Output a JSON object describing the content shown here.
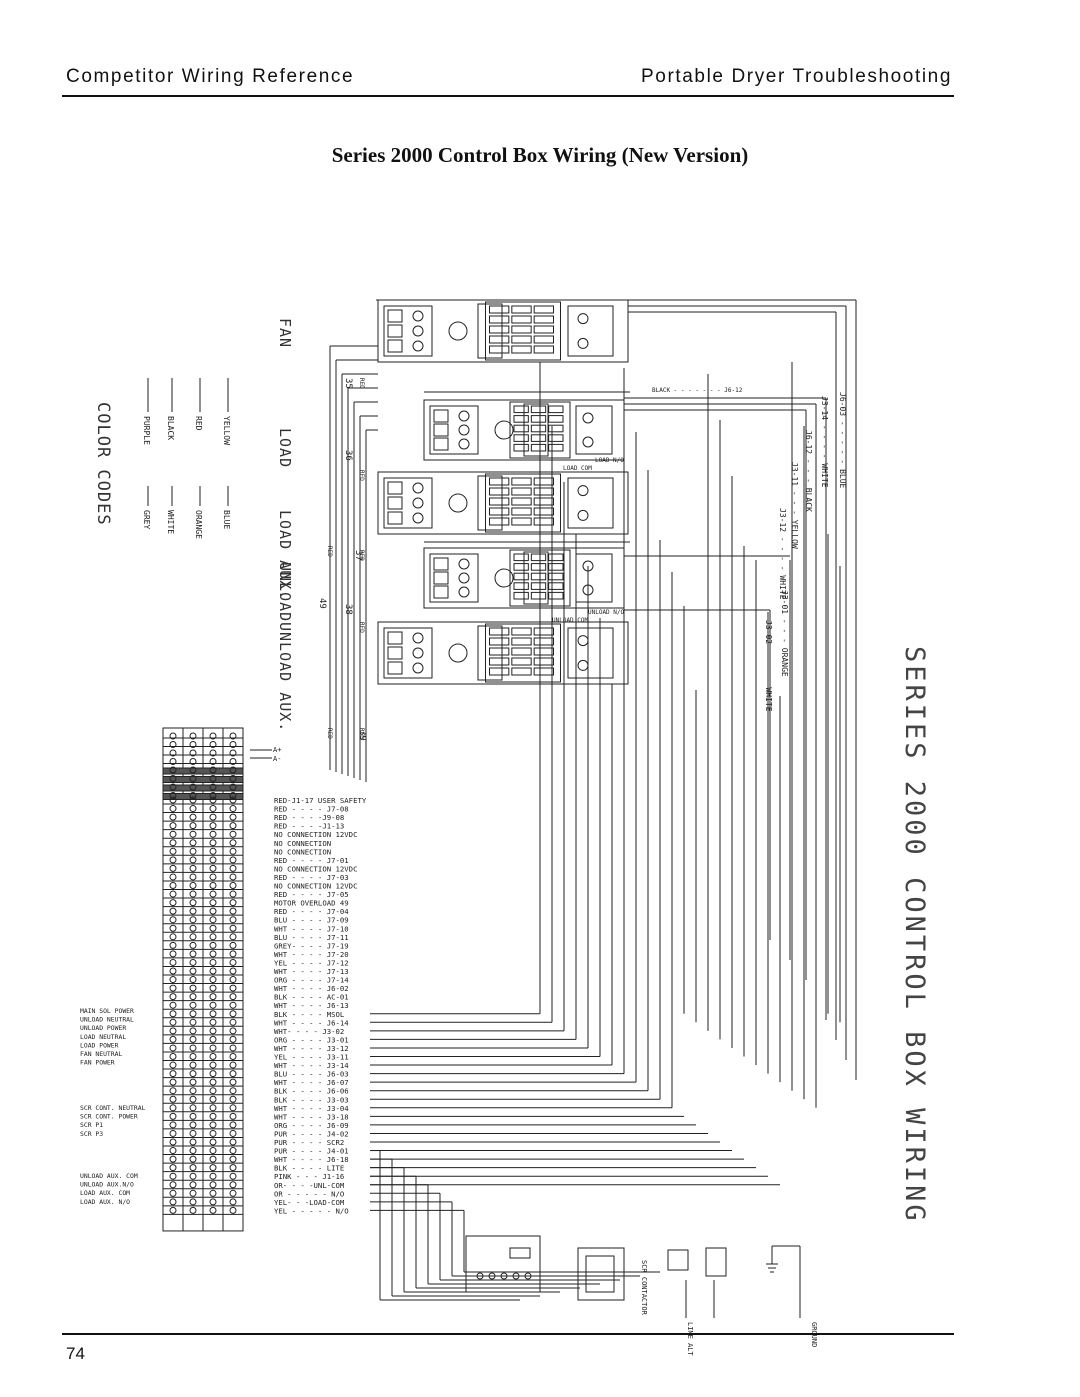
{
  "header": {
    "left": "Competitor Wiring Reference",
    "right": "Portable Dryer Troubleshooting"
  },
  "title": "Series 2000 Control Box Wiring (New Version)",
  "page_number": "74",
  "diagram": {
    "big_label": "SERIES 2000 CONTROL BOX WIRING",
    "sections": [
      "FAN",
      "LOAD",
      "LOAD AUX.",
      "UNLOAD",
      "UNLOAD AUX."
    ],
    "color_codes_title": "COLOR CODES",
    "color_codes": [
      [
        "YELLOW",
        "BLUE"
      ],
      [
        "RED",
        "ORANGE"
      ],
      [
        "BLACK",
        "WHITE"
      ],
      [
        "PURPLE",
        "GREY"
      ]
    ],
    "contactor_numbers": [
      "35",
      "36",
      "37",
      "38",
      "39",
      "49"
    ],
    "contactor_labels": [
      "LOAD COM",
      "LOAD N/O",
      "UNLOAD COM",
      "UNLOAD N/O"
    ],
    "top_wire": "BLACK - - - - - - - J6-12",
    "right_wires_1": [
      "J6-03 - - - - - BLUE",
      "J3-14 - - - - WHITE",
      "J6-12 - - - BLACK",
      "J3-11 - - - YELLOW",
      "J3-12 - - - - WHITE"
    ],
    "right_wires_2": [
      "J3-01 - - - ORANGE",
      "J3-02 - - - - WHITE"
    ],
    "terminal_top": [
      "A+",
      "A-"
    ],
    "terminal_rows": [
      "RED-J1-17  USER SAFETY",
      "RED - - - - J7-08",
      "RED - - - -J9-08",
      "RED - - - -J1-13",
      "NO CONNECTION 12VDC",
      "NO CONNECTION",
      "NO CONNECTION",
      "RED - - - - J7-01",
      "NO CONNECTION 12VDC",
      "RED - - - - J7-03",
      "NO CONNECTION 12VDC",
      "RED - - - - J7-05",
      "MOTOR OVERLOAD 49",
      "RED - - - - J7-04",
      "BLU - - - - J7-09",
      "WHT - - - - J7-10",
      "BLU - - - - J7-11",
      "GREY- - - - J7-19",
      "WHT - - - - J7-20",
      "YEL - - - - J7-12",
      "WHT - - - - J7-13",
      "ORG - - - - J7-14",
      "WHT - - - - J6-02",
      "BLK - - - - AC-01",
      "WHT - - - - J6-13",
      "BLK - - - - MSOL",
      "WHT - - - - J6-14",
      "WHT- - - - J3-02",
      "ORG - - - - J3-01",
      "WHT - - - - J3-12",
      "YEL - - - - J3-11",
      "WHT - - - - J3-14",
      "BLU - - - - J6-03",
      "WHT - - - - J6-07",
      "BLK - - - - J6-06",
      "BLK - - - - J3-03",
      "WHT - - - - J3-04",
      "WHT - - - - J3-18",
      "ORG - - - - J6-09",
      "PUR - - - - J4-02",
      "PUR - - - - SCR2",
      "PUR - - - - J4-01",
      "WHT - - - - J6-18",
      "BLK - - - - LITE",
      "PINK - - - J1-16",
      "OR- - - -UNL-COM",
      "OR - - - - - N/O",
      "YEL- - -LOAD-COM",
      "YEL - - - - - N/O"
    ],
    "left_labels_1": [
      "MAIN SOL POWER",
      "UNLOAD NEUTRAL",
      "UNLOAD POWER",
      "LOAD NEUTRAL",
      "LOAD POWER",
      "FAN NEUTRAL",
      "FAN POWER"
    ],
    "left_labels_2": [
      "SCR CONT. NEUTRAL",
      "SCR CONT. POWER",
      "SCR P1",
      "SCR P3"
    ],
    "left_labels_3": [
      "UNLOAD AUX. COM",
      "UNLOAD AUX.N/O",
      "LOAD AUX. COM",
      "LOAD AUX. N/O"
    ],
    "bottom_labels": [
      "SCR CONTACTOR",
      "LINE ALT",
      "GROUND"
    ]
  }
}
